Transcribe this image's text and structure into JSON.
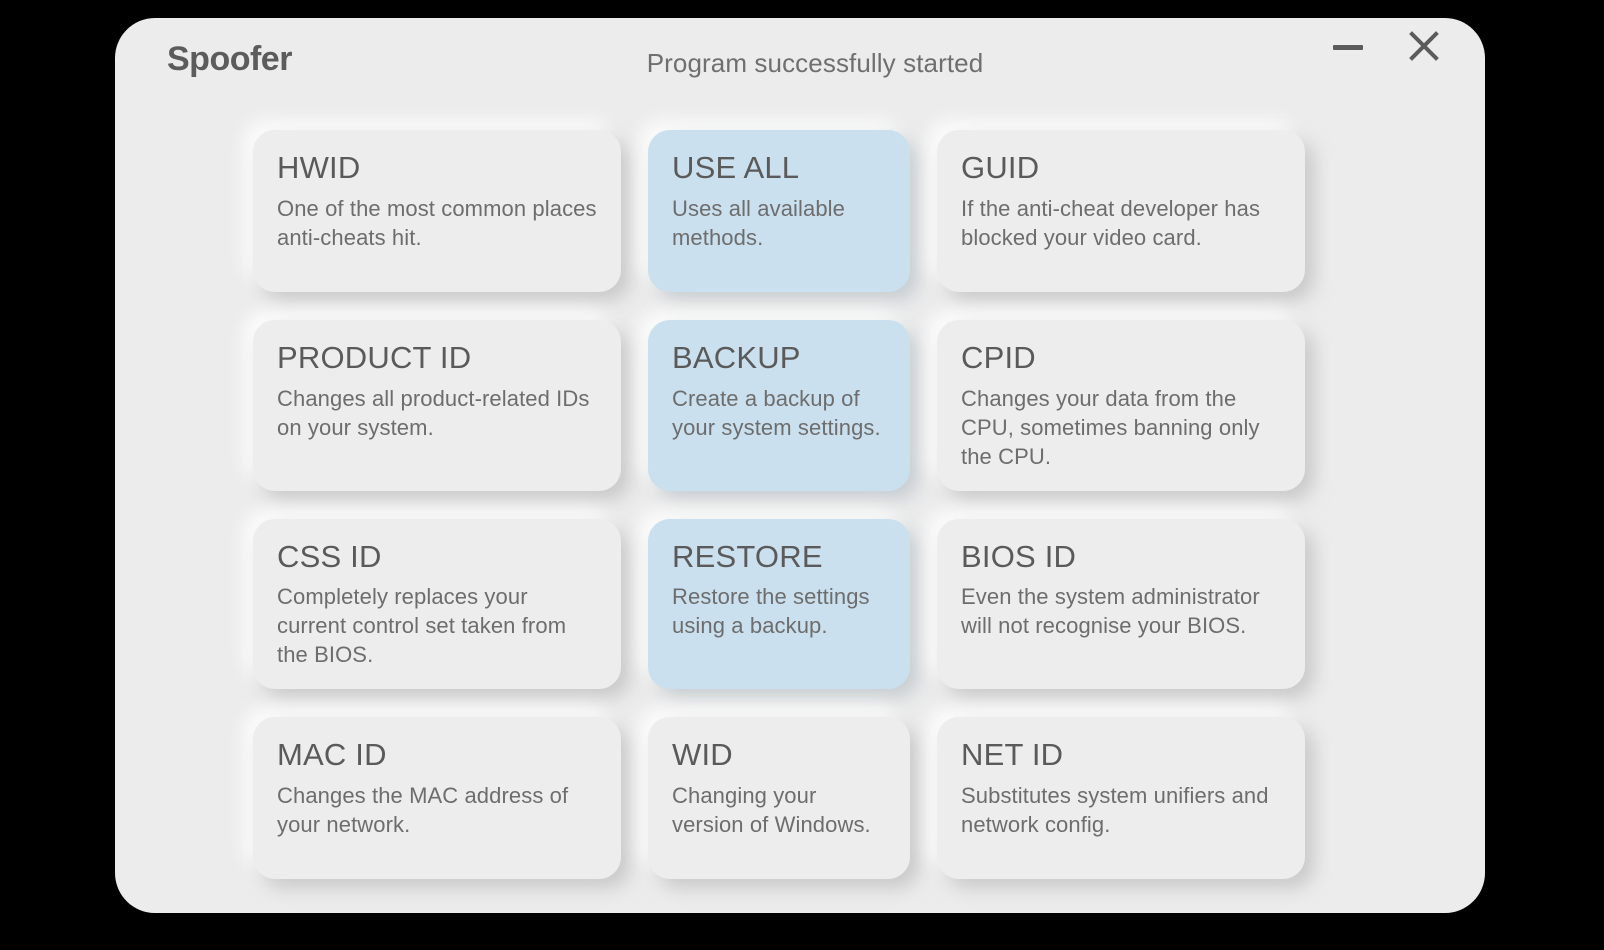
{
  "window": {
    "title": "Spoofer",
    "status": "Program successfully started",
    "background_color": "#ececec",
    "page_background_color": "#000000",
    "accent_color": "#cbe0ee",
    "title_color": "#5c5c5c",
    "controls": [
      {
        "name": "minimize",
        "icon": "minimize-icon",
        "label": "—"
      },
      {
        "name": "close",
        "icon": "close-icon",
        "label": "✕"
      }
    ]
  },
  "cards": [
    {
      "id": "hwid",
      "title": "HWID",
      "description": "One of the most common places anti-cheats hit.",
      "highlighted": false
    },
    {
      "id": "use-all",
      "title": "USE ALL",
      "description": "Uses all available methods.",
      "highlighted": true
    },
    {
      "id": "guid",
      "title": "GUID",
      "description": "If the anti-cheat developer has blocked your video card.",
      "highlighted": false
    },
    {
      "id": "product-id",
      "title": "PRODUCT ID",
      "description": "Changes all product-related IDs on your system.",
      "highlighted": false
    },
    {
      "id": "backup",
      "title": "BACKUP",
      "description": "Create a backup of your system settings.",
      "highlighted": true
    },
    {
      "id": "cpid",
      "title": "CPID",
      "description": "Changes your data from the CPU, sometimes banning only the CPU.",
      "highlighted": false
    },
    {
      "id": "css-id",
      "title": "CSS ID",
      "description": "Completely replaces your current control set taken from the BIOS.",
      "highlighted": false
    },
    {
      "id": "restore",
      "title": "RESTORE",
      "description": "Restore the settings using a backup.",
      "highlighted": true
    },
    {
      "id": "bios-id",
      "title": "BIOS ID",
      "description": "Even the system administrator will not recognise your BIOS.",
      "highlighted": false
    },
    {
      "id": "mac-id",
      "title": "MAC ID",
      "description": "Changes the MAC address of your network.",
      "highlighted": false
    },
    {
      "id": "wid",
      "title": "WID",
      "description": "Changing your version of Windows.",
      "highlighted": false
    },
    {
      "id": "net-id",
      "title": "NET ID",
      "description": "Substitutes system unifiers and network config.",
      "highlighted": false
    }
  ]
}
